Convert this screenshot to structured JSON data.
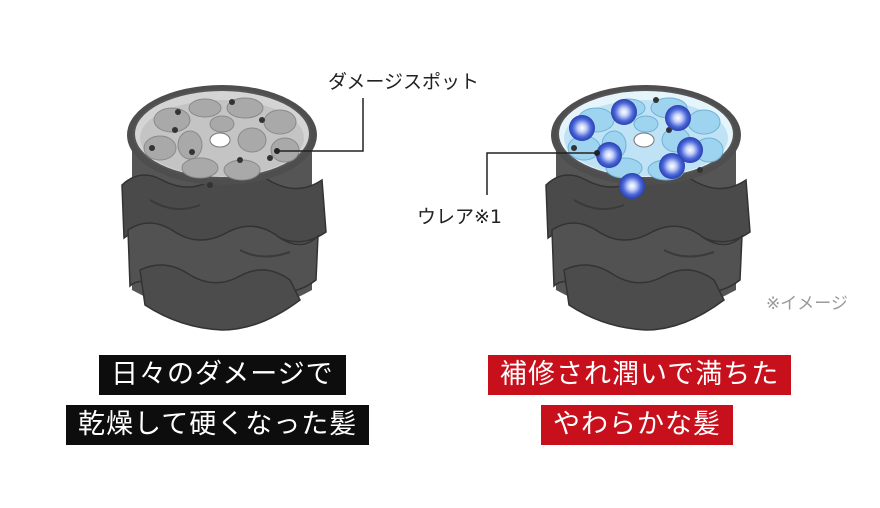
{
  "diagram": {
    "labels": {
      "damage_spot": "ダメージスポット",
      "urea": "ウレア※1",
      "image_note": "※イメージ"
    },
    "captions": {
      "left": [
        "日々のダメージで",
        "乾燥して硬くなった髪"
      ],
      "right": [
        "補修され潤いで満ちた",
        "やわらかな髪"
      ]
    },
    "colors": {
      "caption_dark": "#0d0d0d",
      "caption_red": "#c8101c",
      "cortex_damaged": "#a9a9a9",
      "cortex_healthy": "#9ed4ef",
      "urea_sphere": "#2e4fc9",
      "cuticle": "#4a4a4a"
    }
  }
}
